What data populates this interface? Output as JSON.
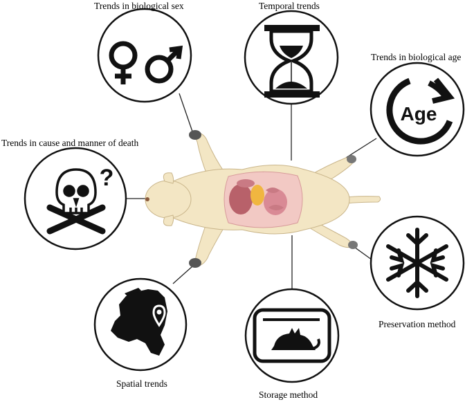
{
  "labels": {
    "sex": "Trends in biological sex",
    "temporal": "Temporal trends",
    "age": "Trends in biological age",
    "death": "Trends in cause and manner of death",
    "spatial": "Spatial trends",
    "storage": "Storage method",
    "preservation": "Preservation method",
    "age_icon_text": "Age",
    "question_mark": "?"
  },
  "icons": {
    "sex": "female-male-symbols-icon",
    "temporal": "hourglass-icon",
    "age": "circular-arrow-age-icon",
    "death": "skull-crossbones-question-icon",
    "spatial": "netherlands-map-pin-icon",
    "storage": "cat-in-freezer-box-icon",
    "preservation": "snowflake-icon",
    "center": "dissected-cat-icon"
  },
  "colors": {
    "fur": "#f3e6c4",
    "fur_shade": "#e2cf9f",
    "organs_bg": "#f2c9c4",
    "organ_red": "#b8616a",
    "organ_yellow": "#f0b640",
    "organ_pink": "#d98a95",
    "icon": "#111111"
  }
}
